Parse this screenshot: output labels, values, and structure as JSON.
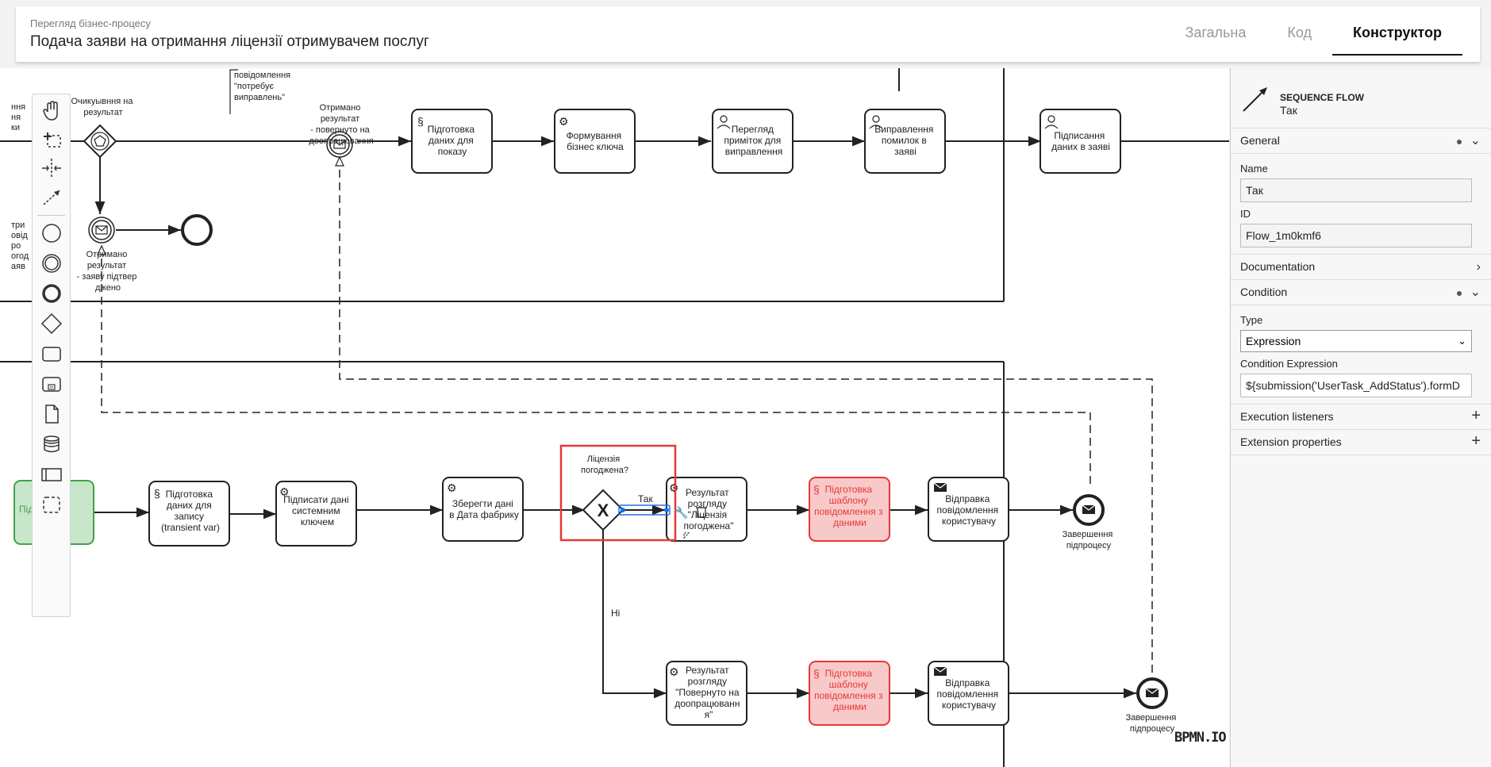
{
  "header": {
    "subtitle": "Перегляд бізнес-процесу",
    "title": "Подача заяви на отримання ліцензії отримувачем послуг",
    "tabs": [
      {
        "label": "Загальна",
        "active": false
      },
      {
        "label": "Код",
        "active": false
      },
      {
        "label": "Конструктор",
        "active": true
      }
    ]
  },
  "palette": {
    "tools": [
      "hand-tool-icon",
      "lasso-tool-icon",
      "space-tool-icon",
      "global-connect-icon",
      "start-event-icon",
      "intermediate-event-icon",
      "end-event-icon",
      "gateway-icon",
      "task-icon",
      "subprocess-icon",
      "data-object-icon",
      "data-store-icon",
      "participant-icon",
      "group-icon"
    ]
  },
  "diagram": {
    "top_lane": {
      "partial_left_text": [
        "ння",
        "ня",
        "ки"
      ],
      "partial_left_text2": [
        "три",
        "овід",
        "ро",
        "огод",
        "аяв"
      ],
      "annotation": [
        "повідомлення",
        "\"потребує",
        "виправлень\""
      ],
      "event_wait": [
        "Очикуывння на",
        "результат"
      ],
      "event_returned": [
        "Отримано",
        "результат",
        "- повернуто на",
        "доопрацювання"
      ],
      "event_confirmed": [
        "Отримано",
        "результат",
        "- заяву підтвер",
        "джено"
      ],
      "tasks": [
        {
          "lines": [
            "Підготовка",
            "даних для",
            "показу"
          ]
        },
        {
          "lines": [
            "Формування",
            "бізнес ключа"
          ]
        },
        {
          "lines": [
            "Перегляд",
            "приміток для",
            "виправлення"
          ]
        },
        {
          "lines": [
            "Виправлення",
            "помилок в",
            "заяві"
          ]
        },
        {
          "lines": [
            "Підписання",
            "даних в заяві"
          ]
        }
      ]
    },
    "bottom_lane": {
      "first_task_partial": "Підг... дані",
      "tasks": [
        {
          "lines": [
            "Підготовка",
            "даних для",
            "запису",
            "(transient var)"
          ]
        },
        {
          "lines": [
            "Підписати дані",
            "системним",
            "ключем"
          ]
        },
        {
          "lines": [
            "Зберегти дані",
            "в Дата фабрику"
          ]
        },
        {
          "lines": [
            "Результат",
            "розгляду",
            "\"Ліцензія",
            "погоджена\""
          ]
        },
        {
          "lines": [
            "Підготовка",
            "шаблону",
            "повідомлення з",
            "даними"
          ]
        },
        {
          "lines": [
            "Відправка",
            "повідомлення",
            "користувачу"
          ]
        },
        {
          "lines": [
            "Результат",
            "розгляду",
            "\"Повернуто на",
            "доопрацюванн",
            "я\""
          ]
        },
        {
          "lines": [
            "Підготовка",
            "шаблону",
            "повідомлення з",
            "даними"
          ]
        },
        {
          "lines": [
            "Відправка",
            "повідомлення",
            "користувачу"
          ]
        }
      ],
      "gateway_label": [
        "Ліцензія",
        "погоджена?"
      ],
      "flow_yes": "Так",
      "flow_no": "Ні",
      "end_events": [
        [
          "Завершення",
          "підпроцесу"
        ],
        [
          "Завершення",
          "підпроцесу"
        ]
      ]
    }
  },
  "panel": {
    "element_type": "SEQUENCE FLOW",
    "element_name": "Так",
    "general": {
      "title": "General",
      "name_label": "Name",
      "name_value": "Так",
      "id_label": "ID",
      "id_value": "Flow_1m0kmf6"
    },
    "documentation": "Documentation",
    "condition": {
      "title": "Condition",
      "type_label": "Type",
      "type_value": "Expression",
      "expr_label": "Condition Expression",
      "expr_value": "${submission('UserTask_AddStatus').formD"
    },
    "execution_listeners": "Execution listeners",
    "extension_properties": "Extension properties"
  },
  "logo": "BPMN.IO",
  "colors": {
    "selection": "#1a73e8",
    "highlight_box": "#e53935",
    "red_task_fill": "#f8c9c9",
    "red_task_stroke": "#e53935",
    "green_task_fill": "#c8e6c9",
    "green_task_stroke": "#43a047"
  }
}
